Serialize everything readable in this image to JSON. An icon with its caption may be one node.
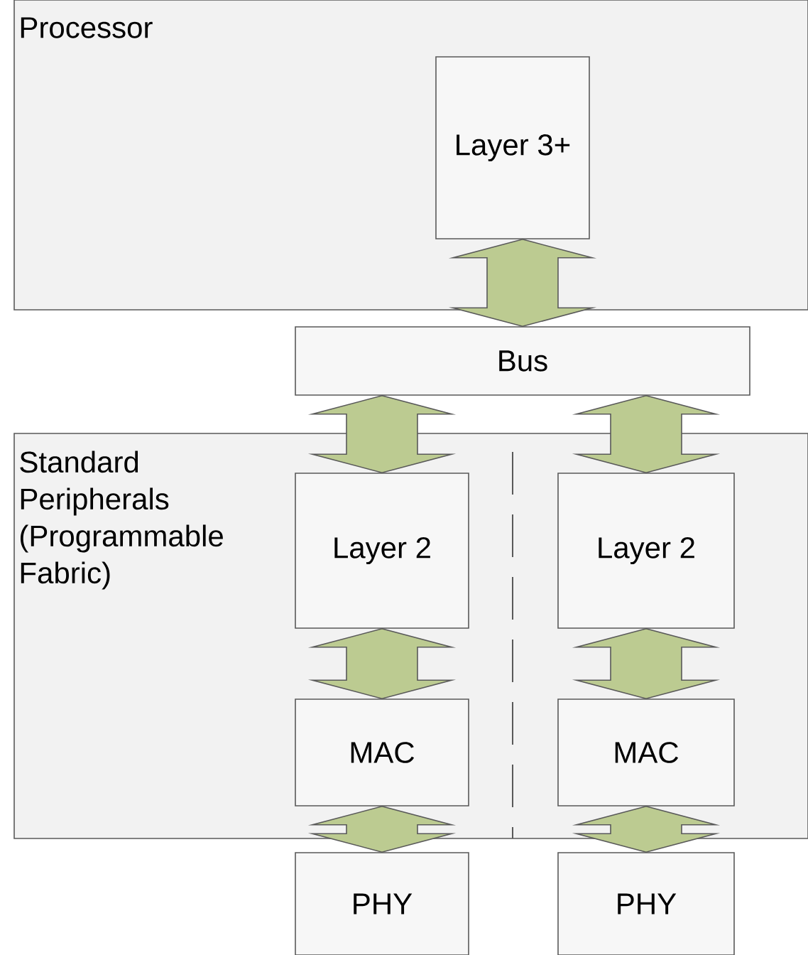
{
  "diagram": {
    "nodes": [
      {
        "text": [
          "Processor"
        ]
      },
      {
        "text": [
          "Layer 3+"
        ],
        "in": 0
      },
      {
        "text": [
          "Bus"
        ]
      },
      {
        "text": [
          "Standard Peripherals (Programmable Fabric)"
        ]
      },
      {
        "text": [
          "Layer 2"
        ],
        "in": 3
      },
      {
        "text": [
          "Layer 2"
        ],
        "in": 3
      },
      {
        "text": [
          "MAC"
        ],
        "in": 3
      },
      {
        "text": [
          "MAC"
        ],
        "in": 3
      },
      {
        "text": [
          "PHY"
        ]
      },
      {
        "text": [
          "PHY"
        ]
      }
    ],
    "edges": [
      {
        "from": 1,
        "to": 2,
        "arrow": "both"
      },
      {
        "from": 2,
        "to": 4,
        "arrow": "both"
      },
      {
        "from": 2,
        "to": 5,
        "arrow": "both"
      },
      {
        "from": 4,
        "to": 6,
        "arrow": "both"
      },
      {
        "from": 5,
        "to": 7,
        "arrow": "both"
      },
      {
        "from": 6,
        "to": 8,
        "arrow": "both"
      },
      {
        "from": 7,
        "to": 9,
        "arrow": "both"
      }
    ]
  }
}
